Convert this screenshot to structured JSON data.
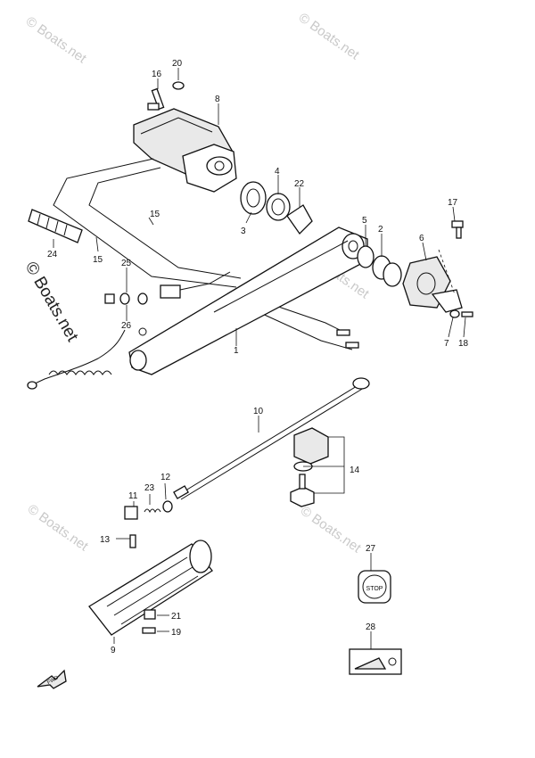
{
  "watermarks": {
    "corner": "© Boats.net",
    "side": "© Boats.net"
  },
  "callouts": {
    "c1": "1",
    "c2": "2",
    "c3": "3",
    "c4": "4",
    "c5": "5",
    "c6": "6",
    "c7": "7",
    "c8": "8",
    "c9": "9",
    "c10": "10",
    "c11": "11",
    "c12": "12",
    "c13": "13",
    "c14": "14",
    "c15a": "15",
    "c15b": "15",
    "c16": "16",
    "c17": "17",
    "c18": "18",
    "c19": "19",
    "c20": "20",
    "c21": "21",
    "c22": "22",
    "c23": "23",
    "c24": "24",
    "c25": "25",
    "c26": "26",
    "c27": "27",
    "c28": "28"
  },
  "labels": {
    "fwd_arrow": "FWD",
    "stop_switch": "STOP"
  }
}
